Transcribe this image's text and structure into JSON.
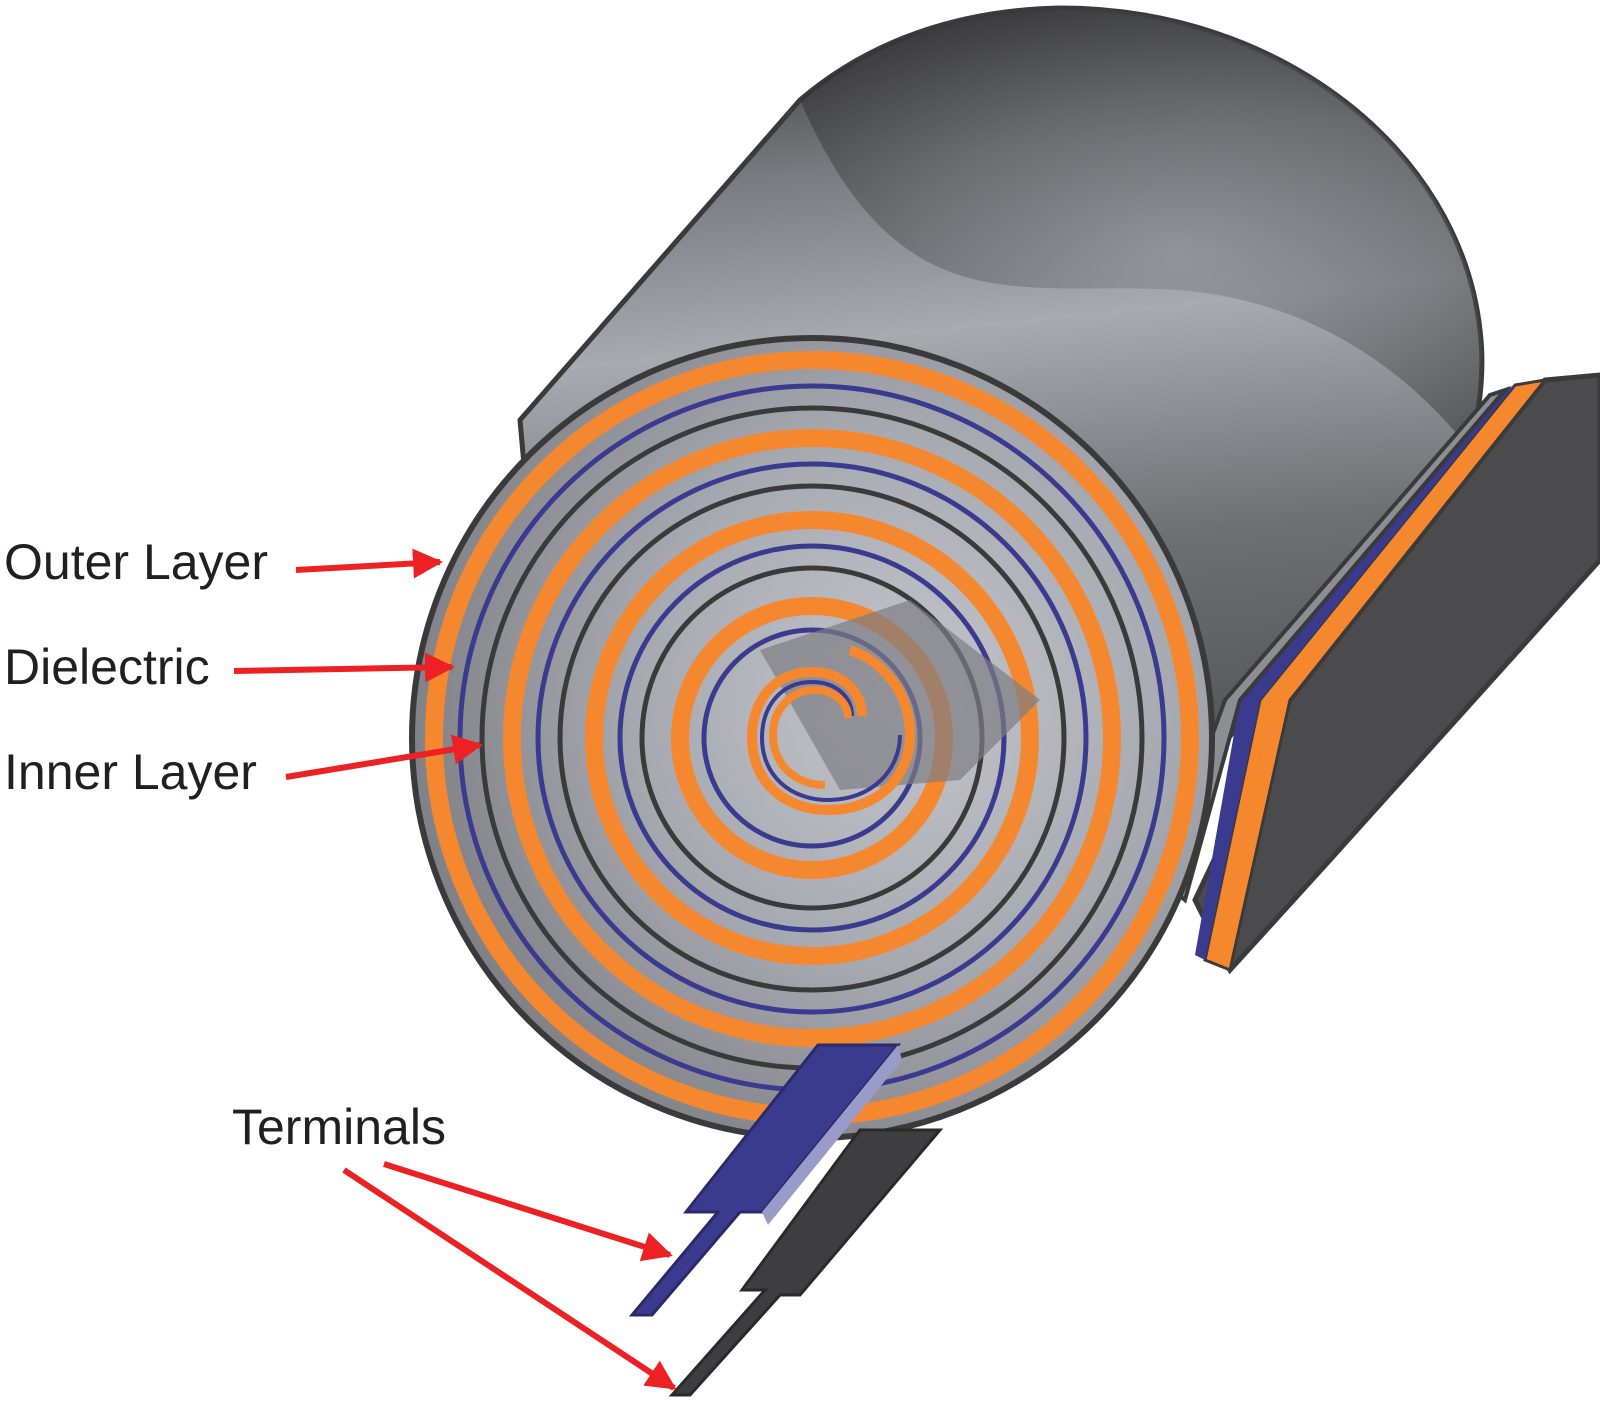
{
  "labels": {
    "outer_layer": "Outer Layer",
    "dielectric": "Dielectric",
    "inner_layer": "Inner Layer",
    "terminals": "Terminals"
  },
  "colors": {
    "outer_layer": "#f5882f",
    "inner_layer": "#3a3a8f",
    "dielectric": "#a9abb2",
    "casing_dark": "#3e3e40",
    "casing_light": "#b4b6bd",
    "outline": "#3a3a3a",
    "arrow": "#ed2024",
    "label_text": "#231f20"
  }
}
